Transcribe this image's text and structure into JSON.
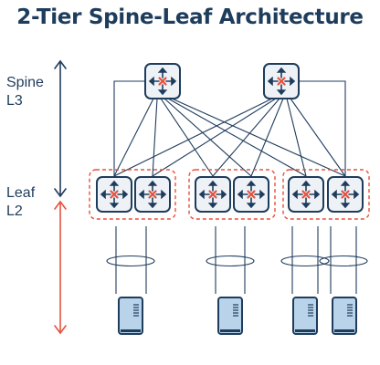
{
  "title": "2-Tier Spine-Leaf Architecture",
  "layers": {
    "spine": {
      "name": "Spine",
      "layer": "L3"
    },
    "leaf": {
      "name": "Leaf",
      "layer": "L2"
    }
  },
  "colors": {
    "navy": "#1e3c5c",
    "red_accent": "#e8513d",
    "switch_fill": "#eef2f6",
    "server_fill": "#b9d4ea",
    "server_outline": "#1e3c5c"
  },
  "icons": {
    "switch": "router-switch-icon",
    "server": "server-icon"
  }
}
